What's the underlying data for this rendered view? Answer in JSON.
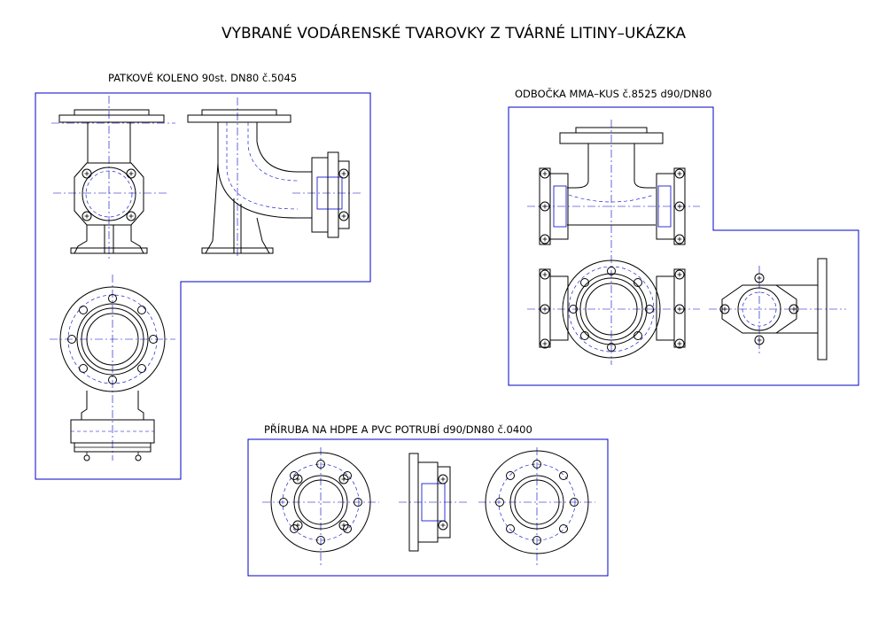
{
  "drawing": {
    "title": "VYBRANÉ VODÁRENSKÉ TVAROVKY Z TVÁRNÉ LITINY–UKÁZKA",
    "colors": {
      "geometry": "#000000",
      "frames_and_centerlines": "#0000c8",
      "background": "#ffffff"
    }
  },
  "parts": [
    {
      "label": "PATKOVÉ KOLENO 90st. DN80 č.5045"
    },
    {
      "label": "ODBOČKA MMA–KUS č.8525 d90/DN80"
    },
    {
      "label": "PŘÍRUBA NA HDPE A PVC POTRUBÍ d90/DN80 č.0400"
    }
  ]
}
